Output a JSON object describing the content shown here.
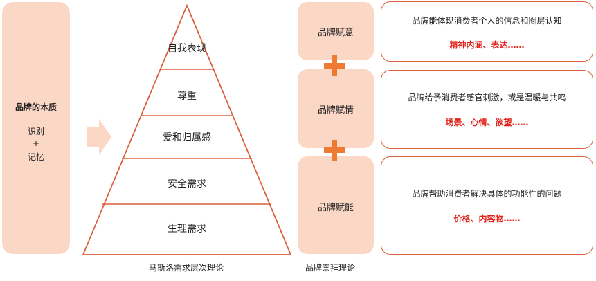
{
  "left": {
    "title": "品牌的本质",
    "line1": "识别",
    "line2": "+",
    "line3": "记忆"
  },
  "pyramid": {
    "levels": [
      "自我表现",
      "尊重",
      "爱和归属感",
      "安全需求",
      "生理需求"
    ],
    "caption": "马斯洛需求层次理论"
  },
  "worship": {
    "caption": "品牌崇拜理论",
    "items": [
      {
        "label": "品牌赋意",
        "desc": "品牌能体现消费者个人的信念和圈层认知",
        "highlight": "精神内涵、表达……"
      },
      {
        "label": "品牌赋情",
        "desc": "品牌给予消费者感官刺激，或是温暖与共鸣",
        "highlight": "场景、心情、欲望……"
      },
      {
        "label": "品牌赋能",
        "desc": "品牌帮助消费者解决具体的功能性的问题",
        "highlight": "价格、内容物……"
      }
    ]
  },
  "colors": {
    "fill": "#fbd7c6",
    "accent": "#d9603b",
    "plus": "#f07a32",
    "highlight": "#e2231a"
  }
}
